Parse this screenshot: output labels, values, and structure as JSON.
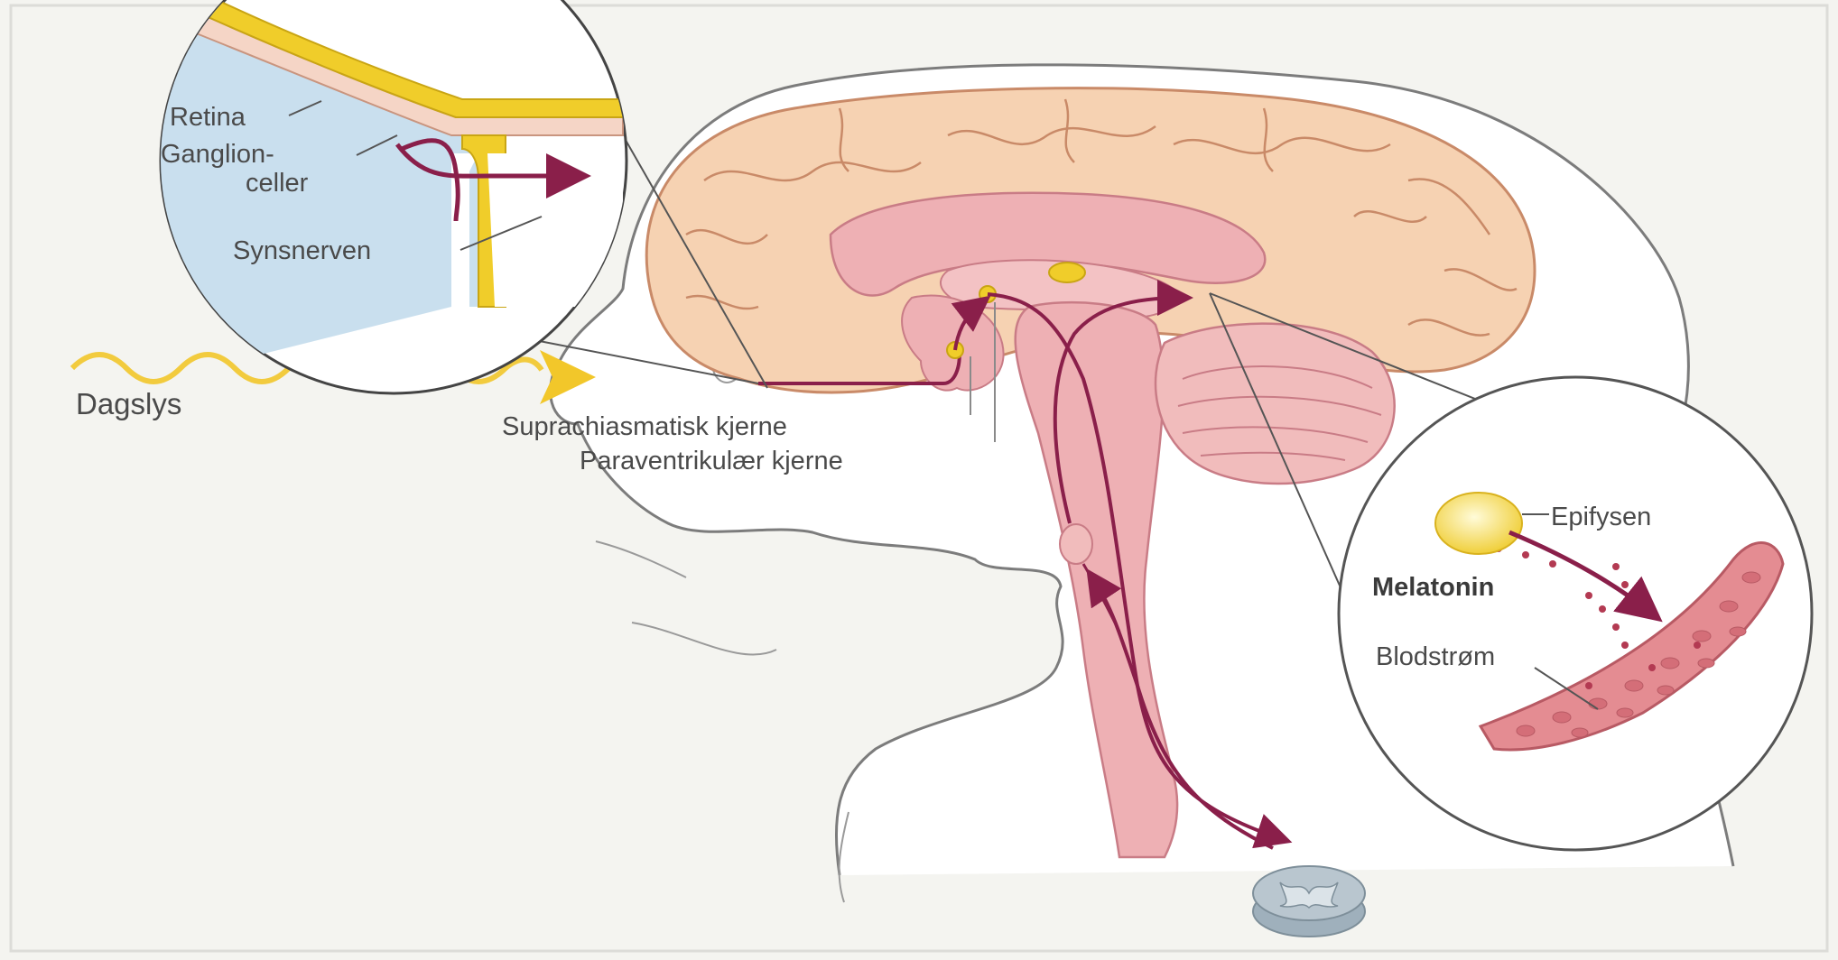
{
  "labels": {
    "retina": "Retina",
    "ganglion_1": "Ganglion-",
    "ganglion_2": "celler",
    "synsnerven": "Synsnerven",
    "dagslys": "Dagslys",
    "suprachiasmatisk": "Suprachiasmatisk kjerne",
    "paraventrikulaer": "Paraventrikulær kjerne",
    "epifysen": "Epifysen",
    "melatonin": "Melatonin",
    "blodstrom": "Blodstrøm"
  },
  "colors": {
    "background": "#f4f4f0",
    "brain_cortex": "#f6d2b2",
    "brain_inner": "#eeb0b4",
    "nerve_path": "#8a1f4a",
    "light": "#f2c72a",
    "retina_blue": "#c9dfee",
    "blood_vessel": "#e48c92",
    "spinal_cord": "#b9c6cf"
  }
}
